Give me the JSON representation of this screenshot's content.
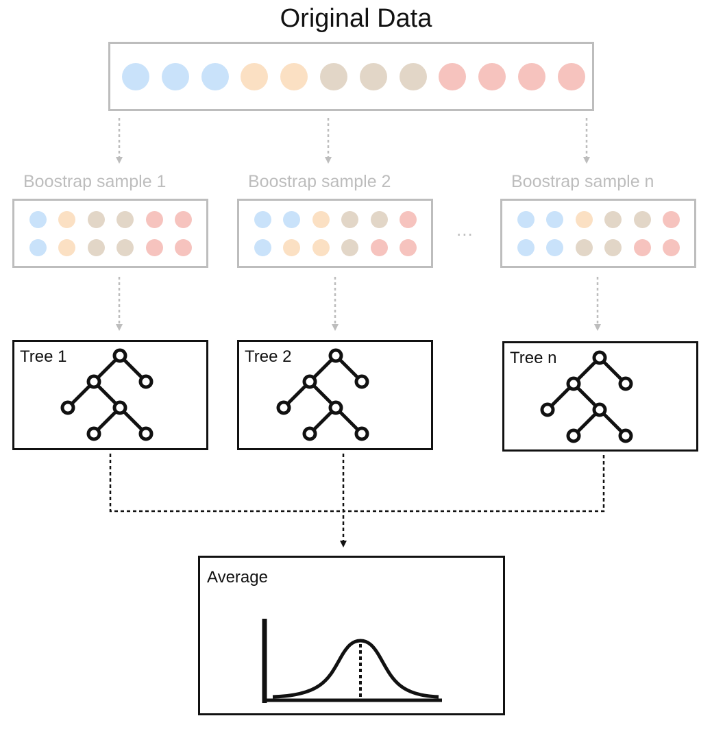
{
  "title": "Original Data",
  "colors": {
    "blue": "#c9e2fa",
    "orange": "#fbe0c3",
    "tan": "#e2d6c7",
    "red": "#f6c3be",
    "gray_border": "#bdbdbd",
    "black": "#111111"
  },
  "original_data": [
    "blue",
    "blue",
    "blue",
    "orange",
    "orange",
    "tan",
    "tan",
    "tan",
    "red",
    "red",
    "red",
    "red"
  ],
  "samples": [
    {
      "label": "Boostrap sample 1",
      "rows": [
        [
          "blue",
          "orange",
          "tan",
          "tan",
          "red",
          "red"
        ],
        [
          "blue",
          "orange",
          "tan",
          "tan",
          "red",
          "red"
        ]
      ],
      "tree_label": "Tree 1"
    },
    {
      "label": "Boostrap sample 2",
      "rows": [
        [
          "blue",
          "blue",
          "orange",
          "tan",
          "tan",
          "red"
        ],
        [
          "blue",
          "orange",
          "orange",
          "tan",
          "red",
          "red"
        ]
      ],
      "tree_label": "Tree 2"
    },
    {
      "label": "Boostrap sample n",
      "rows": [
        [
          "blue",
          "blue",
          "orange",
          "tan",
          "tan",
          "red"
        ],
        [
          "blue",
          "blue",
          "tan",
          "tan",
          "red",
          "red"
        ]
      ],
      "tree_label": "Tree n"
    }
  ],
  "ellipsis": "...",
  "average_label": "Average"
}
